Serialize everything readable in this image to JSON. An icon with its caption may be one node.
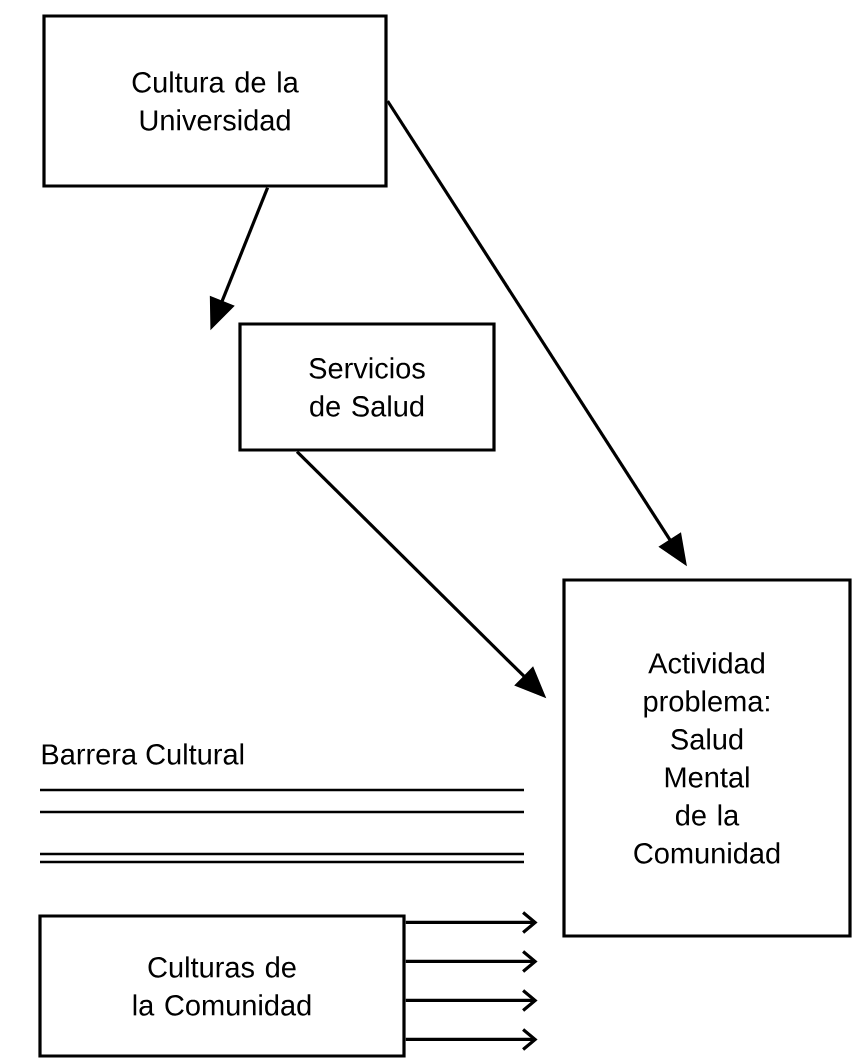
{
  "diagram": {
    "nodes": [
      {
        "text": [
          "Cultura de la Universidad"
        ]
      },
      {
        "text": [
          "Servicios de Salud"
        ]
      },
      {
        "text": [
          "Actividad problema: Salud Mental de la Comunidad"
        ]
      },
      {
        "text": [
          "Culturas de la Comunidad"
        ]
      }
    ],
    "edges": [
      {
        "from": 0,
        "to": 1,
        "arrow": "to"
      },
      {
        "from": 0,
        "to": 2,
        "arrow": "to"
      },
      {
        "from": 1,
        "to": 2,
        "arrow": "to"
      },
      {
        "from": 3,
        "to": null,
        "arrow": "to"
      },
      {
        "from": 3,
        "to": null,
        "arrow": "to"
      },
      {
        "from": 3,
        "to": null,
        "arrow": "to"
      },
      {
        "from": 3,
        "to": null,
        "arrow": "to"
      }
    ],
    "labels": [
      "Barrera Cultural"
    ]
  }
}
